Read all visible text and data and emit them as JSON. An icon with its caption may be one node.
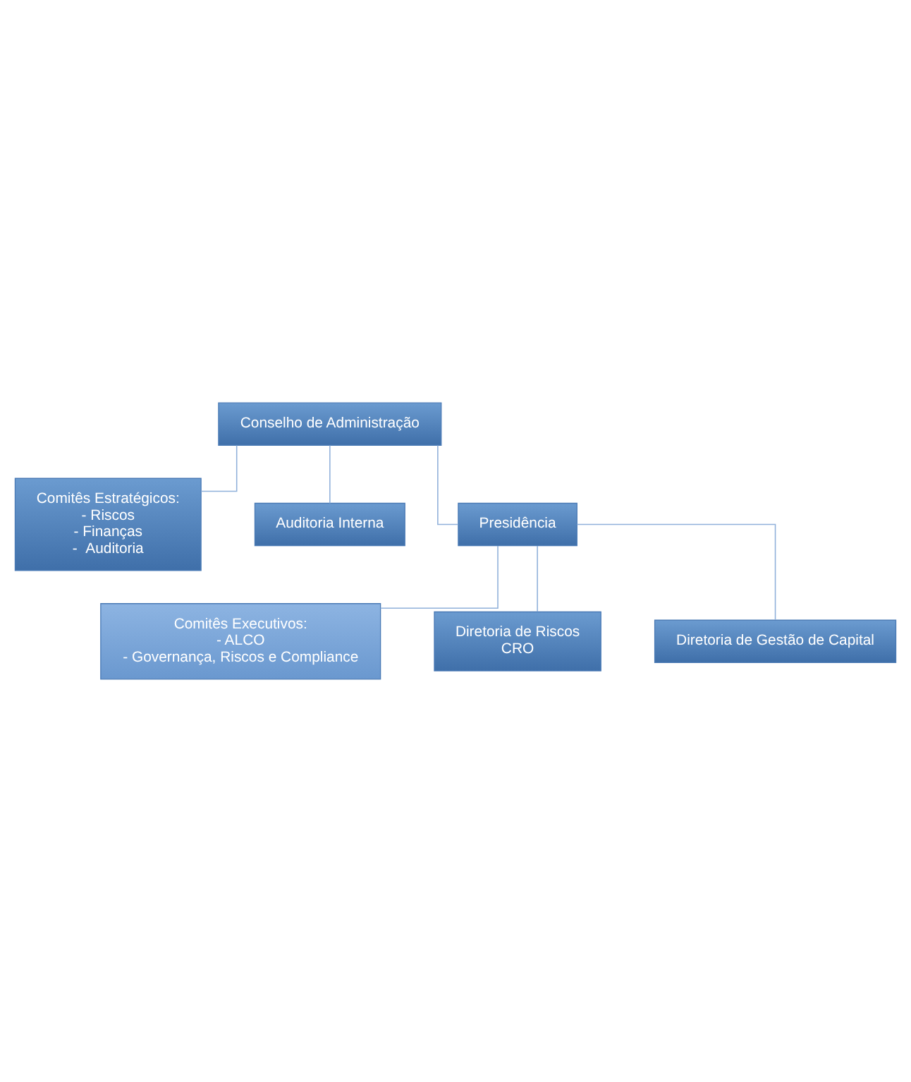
{
  "diagram": {
    "nodes": [
      {
        "text": [
          "Conselho de Administração"
        ]
      },
      {
        "text": [
          "Comitês Estratégicos:",
          "- Riscos",
          "- Finanças",
          "-  Auditoria"
        ]
      },
      {
        "text": [
          "Auditoria Interna"
        ]
      },
      {
        "text": [
          "Presidência"
        ]
      },
      {
        "text": [
          "Comitês Executivos:",
          "- ALCO",
          "- Governança, Riscos e Compliance"
        ]
      },
      {
        "text": [
          "Diretoria de Riscos",
          "CRO"
        ]
      },
      {
        "text": [
          "Diretoria de Gestão de Capital"
        ]
      }
    ],
    "edges": [
      {
        "from": 0,
        "to": 1,
        "arrow": "none"
      },
      {
        "from": 0,
        "to": 2,
        "arrow": "none"
      },
      {
        "from": 0,
        "to": 3,
        "arrow": "none"
      },
      {
        "from": 3,
        "to": 4,
        "arrow": "none"
      },
      {
        "from": 3,
        "to": 5,
        "arrow": "none"
      },
      {
        "from": 3,
        "to": 6,
        "arrow": "none"
      }
    ]
  }
}
